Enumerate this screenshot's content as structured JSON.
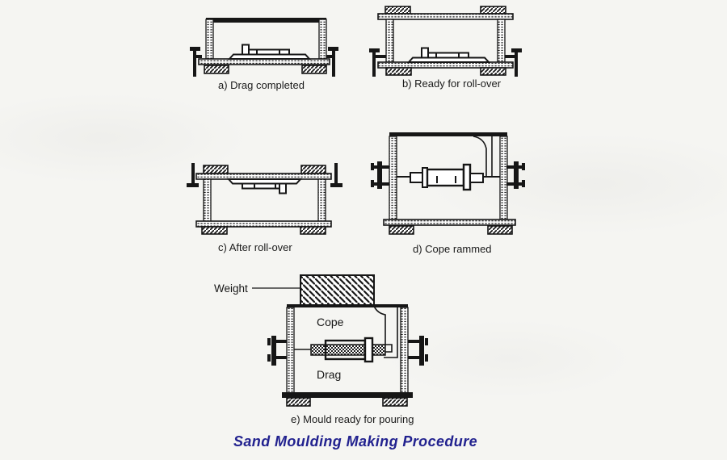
{
  "title": "Sand Moulding Making Procedure",
  "figures": [
    {
      "id": "a",
      "caption": "a) Drag completed"
    },
    {
      "id": "b",
      "caption": "b) Ready for roll-over"
    },
    {
      "id": "c",
      "caption": "c) After roll-over"
    },
    {
      "id": "d",
      "caption": "d) Cope rammed"
    },
    {
      "id": "e",
      "caption": "e) Mould ready for pouring",
      "labels": {
        "weight": "Weight",
        "cope": "Cope",
        "drag": "Drag"
      }
    }
  ],
  "colors": {
    "ink": "#161616",
    "paper": "#f5f5f2",
    "title": "#22228f"
  }
}
